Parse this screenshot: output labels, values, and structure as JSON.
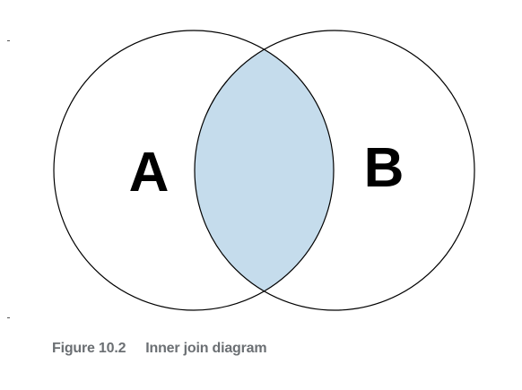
{
  "diagram": {
    "set_a_label": "A",
    "set_b_label": "B",
    "intersection_fill": "#c5dcec",
    "outline_color": "#000000"
  },
  "caption": {
    "figure_number": "Figure 10.2",
    "title": "Inner join diagram",
    "color": "#6b6f73"
  }
}
